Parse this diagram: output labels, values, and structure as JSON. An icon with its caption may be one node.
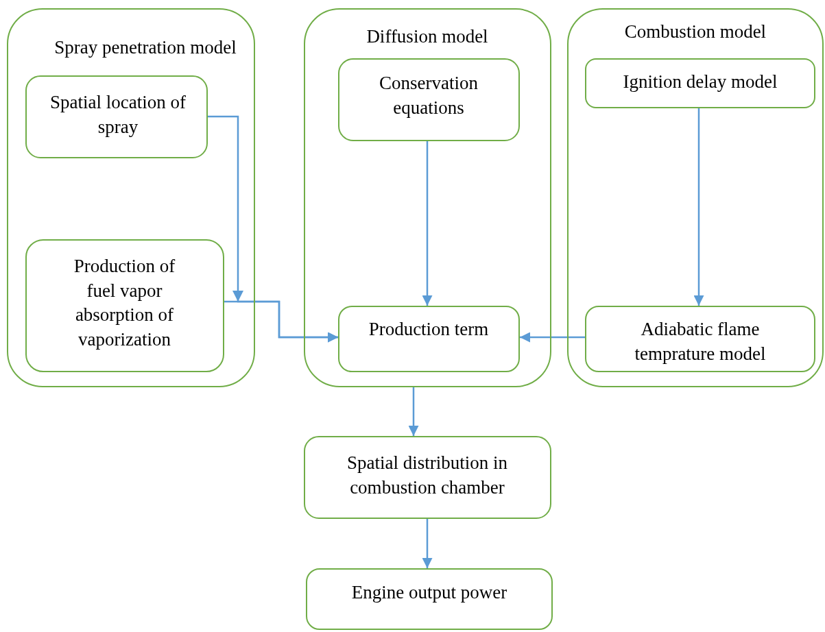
{
  "diagram": {
    "nodes": [
      {
        "text": [
          "Spray penetration model"
        ]
      },
      {
        "text": [
          "Spatial location of spray"
        ],
        "in": 0
      },
      {
        "text": [
          "Production of fuel vapor absorption of vaporization"
        ],
        "in": 0
      },
      {
        "text": [
          "Diffusion model"
        ]
      },
      {
        "text": [
          "Conservation equations"
        ],
        "in": 3
      },
      {
        "text": [
          "Production term"
        ],
        "in": 3
      },
      {
        "text": [
          "Combustion model"
        ]
      },
      {
        "text": [
          "Ignition delay model"
        ],
        "in": 6
      },
      {
        "text": [
          "Adiabatic flame temprature model"
        ],
        "in": 6
      },
      {
        "text": [
          "Spatial distribution in combustion chamber"
        ]
      },
      {
        "text": [
          "Engine output power"
        ]
      }
    ],
    "edges": [
      {
        "from": 1,
        "to": 5,
        "arrow": "to"
      },
      {
        "from": 2,
        "to": 5,
        "arrow": "to"
      },
      {
        "from": 4,
        "to": 5,
        "arrow": "to"
      },
      {
        "from": 8,
        "to": 5,
        "arrow": "to"
      },
      {
        "from": 7,
        "to": 8,
        "arrow": "to"
      },
      {
        "from": 3,
        "to": 9,
        "arrow": "to"
      },
      {
        "from": 9,
        "to": 10,
        "arrow": "to"
      }
    ]
  }
}
